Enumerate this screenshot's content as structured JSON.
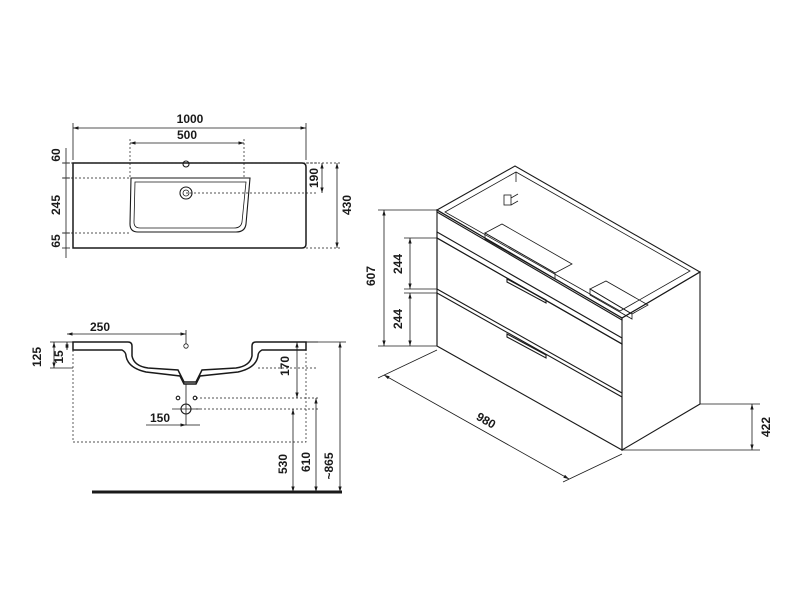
{
  "top_view": {
    "width_total": "1000",
    "width_inner": "500",
    "left_60": "60",
    "left_245": "245",
    "left_65": "65",
    "right_190": "190",
    "right_430": "430"
  },
  "side_view": {
    "d250": "250",
    "d125": "125",
    "d15": "15",
    "d170": "170",
    "d150": "150",
    "d530": "530",
    "d610": "610",
    "d865": "~865"
  },
  "cabinet": {
    "h607": "607",
    "h244_top": "244",
    "h244_bottom": "244",
    "w980": "980",
    "d422": "422"
  }
}
